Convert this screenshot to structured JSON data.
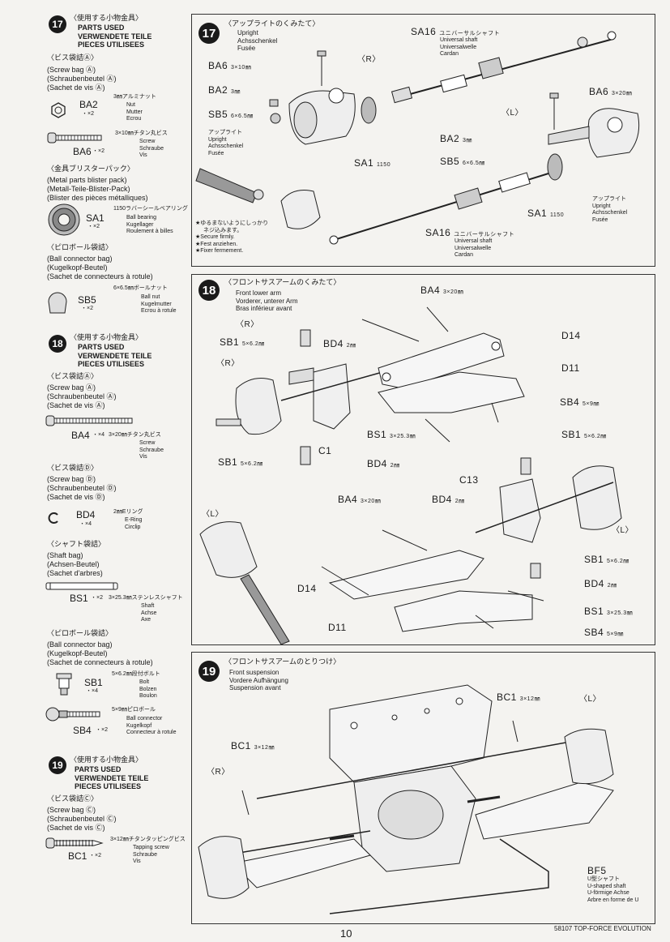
{
  "left": {
    "s17": {
      "num": "17",
      "jp": "〈使用する小物金具〉",
      "en": "PARTS USED",
      "de": "VERWENDETE TEILE",
      "fr": "PIECES UTILISEES",
      "bag_jp": "〈ビス袋詰Ⓐ〉",
      "bag_en": "(Screw bag Ⓐ)",
      "bag_de": "(Schraubenbeutel Ⓐ)",
      "bag_fr": "(Sachet de vis Ⓐ)",
      "ba2_code": "BA2",
      "ba2_qty": "・×2",
      "ba2_jp": "3㎜アルミナット",
      "ba2_desc": [
        "Nut",
        "Mutter",
        "Ecrou"
      ],
      "ba6_code": "BA6",
      "ba6_qty": "・×2",
      "ba6_jp": "3×10㎜チタン丸ビス",
      "ba6_desc": [
        "Screw",
        "Schraube",
        "Vis"
      ],
      "metal_jp": "〈金具ブリスターパック〉",
      "metal_en": "(Metal parts blister pack)",
      "metal_de": "(Metall-Teile-Blister-Pack)",
      "metal_fr": "(Blister des pièces métalliques)",
      "sa1_code": "SA1",
      "sa1_qty": "・×2",
      "sa1_jp": "1150ラバーシールベアリング",
      "sa1_desc": [
        "Ball bearing",
        "Kugellager",
        "Roulement à billes"
      ],
      "pb_jp": "〈ピロボール袋詰〉",
      "pb_en": "(Ball connector bag)",
      "pb_de": "(Kugelkopf-Beutel)",
      "pb_fr": "(Sachet de connecteurs à rotule)",
      "sb5_code": "SB5",
      "sb5_qty": "・×2",
      "sb5_jp": "6×6.5㎜ボールナット",
      "sb5_desc": [
        "Ball nut",
        "Kugelmutter",
        "Ecrou à rotule"
      ]
    },
    "s18": {
      "num": "18",
      "jp": "〈使用する小物金具〉",
      "en": "PARTS USED",
      "de": "VERWENDETE TEILE",
      "fr": "PIECES UTILISEES",
      "bag_jp": "〈ビス袋詰Ⓐ〉",
      "bag_en": "(Screw bag Ⓐ)",
      "bag_de": "(Schraubenbeutel Ⓐ)",
      "bag_fr": "(Sachet de vis Ⓐ)",
      "ba4_code": "BA4",
      "ba4_qty": "・×4",
      "ba4_jp": "3×20㎜チタン丸ビス",
      "ba4_desc": [
        "Screw",
        "Schraube",
        "Vis"
      ],
      "bagd_jp": "〈ビス袋詰Ⓓ〉",
      "bagd_en": "(Screw bag Ⓓ)",
      "bagd_de": "(Schraubenbeutel Ⓓ)",
      "bagd_fr": "(Sachet de vis Ⓓ)",
      "bd4_code": "BD4",
      "bd4_qty": "・×4",
      "bd4_jp": "2㎜Eリング",
      "bd4_desc": [
        "E-Ring",
        "Circlip"
      ],
      "shaft_jp": "〈シャフト袋詰〉",
      "shaft_en": "(Shaft bag)",
      "shaft_de": "(Achsen-Beutel)",
      "shaft_fr": "(Sachet d'arbres)",
      "bs1_code": "BS1",
      "bs1_qty": "・×2",
      "bs1_jp": "3×25.3㎜ステンレスシャフト",
      "bs1_desc": [
        "Shaft",
        "Achse",
        "Axe"
      ],
      "pb_jp": "〈ピロボール袋詰〉",
      "pb_en": "(Ball connector bag)",
      "pb_de": "(Kugelkopf-Beutel)",
      "pb_fr": "(Sachet de connecteurs à rotule)",
      "sb1_code": "SB1",
      "sb1_qty": "・×4",
      "sb1_jp": "5×6.2㎜段付ボルト",
      "sb1_desc": [
        "Bolt",
        "Bolzen",
        "Boulon"
      ],
      "sb4_code": "SB4",
      "sb4_qty": "・×2",
      "sb4_jp": "5×9㎜ピロボール",
      "sb4_desc": [
        "Ball connector",
        "Kugelkopf",
        "Connecteur à rotule"
      ]
    },
    "s19": {
      "num": "19",
      "jp": "〈使用する小物金具〉",
      "en": "PARTS USED",
      "de": "VERWENDETE TEILE",
      "fr": "PIECES UTILISEES",
      "bag_jp": "〈ビス袋詰Ⓒ〉",
      "bag_en": "(Screw bag Ⓒ)",
      "bag_de": "(Schraubenbeutel Ⓒ)",
      "bag_fr": "(Sachet de vis Ⓒ)",
      "bc1_code": "BC1",
      "bc1_qty": "・×2",
      "bc1_jp": "3×12㎜チタンタッピングビス",
      "bc1_desc": [
        "Tapping screw",
        "Schraube",
        "Vis"
      ]
    }
  },
  "p17": {
    "num": "17",
    "title_jp": "〈アップライトのくみたて〉",
    "title": [
      "Upright",
      "Achsschenkel",
      "Fusée"
    ],
    "ba6": "BA6",
    "ba6_size": "3×10㎜",
    "r": "〈R〉",
    "sa16": "SA16",
    "sa16_jp": "ユニバーサルシャフト",
    "sa16_desc": [
      "Universal shaft",
      "Universalwelle",
      "Cardan"
    ],
    "ba2": "BA2",
    "ba2_size": "3㎜",
    "sb5": "SB5",
    "sb5_size": "6×6.5㎜",
    "up_jp": "アップライト",
    "up_desc": [
      "Upright",
      "Achsschenkel",
      "Fusée"
    ],
    "sa1": "SA1",
    "sa1_size": "1150",
    "ba6b_size": "3×20㎜",
    "l": "〈L〉",
    "secure_jp": "★ゆるまないようにしっかり",
    "secure_jp2": "ネジ込みます。",
    "secure": [
      "★Secure firmly.",
      "★Fest anziehen.",
      "★Fixer fermement."
    ]
  },
  "p18": {
    "num": "18",
    "title_jp": "〈フロントサスアームのくみたて〉",
    "title": [
      "Front lower arm",
      "Vorderer, unterer Arm",
      "Bras inférieur avant"
    ],
    "r": "〈R〉",
    "l": "〈L〉",
    "ba4": "BA4",
    "ba4_size": "3×20㎜",
    "sb1": "SB1",
    "sb1_size": "5×6.2㎜",
    "bd4": "BD4",
    "bd4_size": "2㎜",
    "d14": "D14",
    "d11": "D11",
    "sb4": "SB4",
    "sb4_size": "5×9㎜",
    "bs1": "BS1",
    "bs1_size": "3×25.3㎜",
    "c1": "C1",
    "c13": "C13"
  },
  "p19": {
    "num": "19",
    "title_jp": "〈フロントサスアームのとりつけ〉",
    "title": [
      "Front suspension",
      "Vordere Aufhängung",
      "Suspension avant"
    ],
    "bc1": "BC1",
    "bc1_size": "3×12㎜",
    "r": "〈R〉",
    "l": "〈L〉",
    "bf5": "BF5",
    "bf5_jp": "U型シャフト",
    "bf5_desc": [
      "U-shaped shaft",
      "U-förmige Achse",
      "Arbre en forme de U"
    ]
  },
  "footer": {
    "page": "10",
    "model": "58107 TOP-FORCE EVOLUTION"
  }
}
